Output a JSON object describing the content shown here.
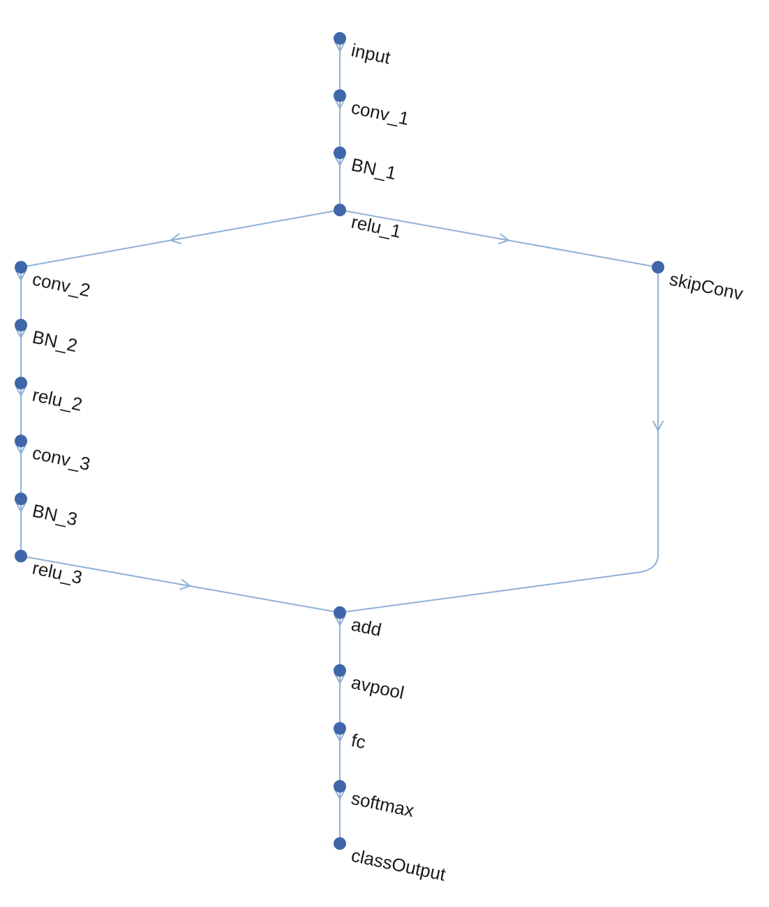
{
  "diagram": {
    "type": "layer-graph",
    "colors": {
      "node": "#3f66a8",
      "edge": "#8fb0d4",
      "label": "#1a1a1a",
      "background": "#ffffff"
    },
    "nodes": [
      {
        "id": "input",
        "label": "input"
      },
      {
        "id": "conv_1",
        "label": "conv_1"
      },
      {
        "id": "BN_1",
        "label": "BN_1"
      },
      {
        "id": "relu_1",
        "label": "relu_1"
      },
      {
        "id": "conv_2",
        "label": "conv_2"
      },
      {
        "id": "BN_2",
        "label": "BN_2"
      },
      {
        "id": "relu_2",
        "label": "relu_2"
      },
      {
        "id": "conv_3",
        "label": "conv_3"
      },
      {
        "id": "BN_3",
        "label": "BN_3"
      },
      {
        "id": "relu_3",
        "label": "relu_3"
      },
      {
        "id": "skipConv",
        "label": "skipConv"
      },
      {
        "id": "add",
        "label": "add"
      },
      {
        "id": "avpool",
        "label": "avpool"
      },
      {
        "id": "fc",
        "label": "fc"
      },
      {
        "id": "softmax",
        "label": "softmax"
      },
      {
        "id": "classOutput",
        "label": "classOutput"
      }
    ],
    "edges": [
      {
        "from": "input",
        "to": "conv_1"
      },
      {
        "from": "conv_1",
        "to": "BN_1"
      },
      {
        "from": "BN_1",
        "to": "relu_1"
      },
      {
        "from": "relu_1",
        "to": "conv_2"
      },
      {
        "from": "relu_1",
        "to": "skipConv"
      },
      {
        "from": "conv_2",
        "to": "BN_2"
      },
      {
        "from": "BN_2",
        "to": "relu_2"
      },
      {
        "from": "relu_2",
        "to": "conv_3"
      },
      {
        "from": "conv_3",
        "to": "BN_3"
      },
      {
        "from": "BN_3",
        "to": "relu_3"
      },
      {
        "from": "relu_3",
        "to": "add"
      },
      {
        "from": "skipConv",
        "to": "add"
      },
      {
        "from": "add",
        "to": "avpool"
      },
      {
        "from": "avpool",
        "to": "fc"
      },
      {
        "from": "fc",
        "to": "softmax"
      },
      {
        "from": "softmax",
        "to": "classOutput"
      }
    ]
  }
}
